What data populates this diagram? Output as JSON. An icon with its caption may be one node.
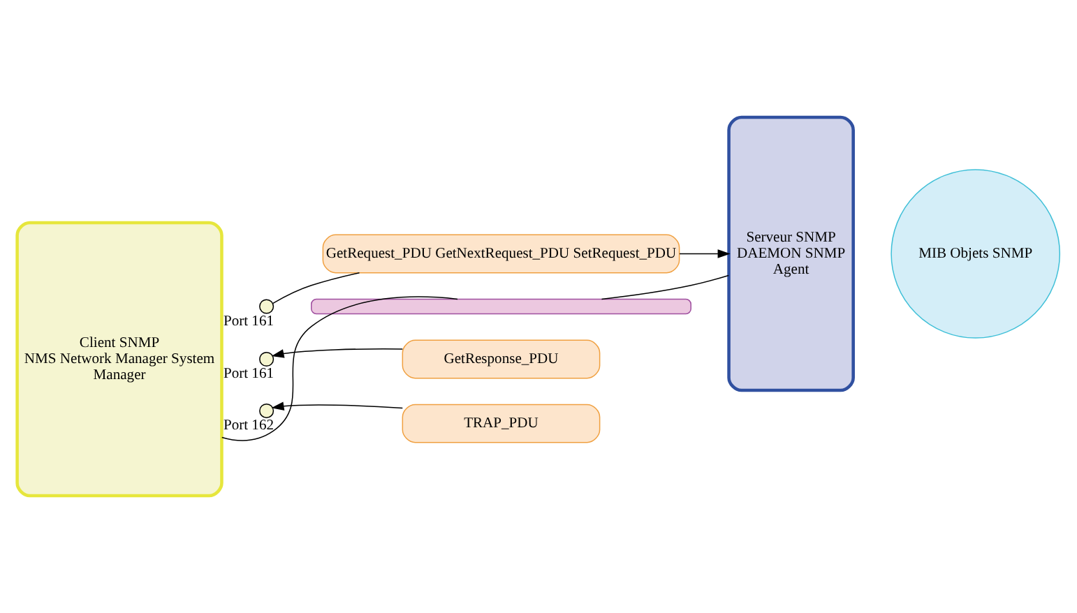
{
  "diagram": {
    "nodes": [
      {
        "text": [
          "Client SNMP",
          "NMS Network Manager System",
          "Manager"
        ]
      },
      {
        "text": [],
        "shape": "circle",
        "beside": [
          "Port 161"
        ]
      },
      {
        "text": [],
        "shape": "circle",
        "beside": [
          "Port 161"
        ]
      },
      {
        "text": [],
        "shape": "circle",
        "beside": [
          "Port 162"
        ]
      },
      {
        "text": [
          "GetRequest_PDU GetNextRequest_PDU SetRequest_PDU"
        ]
      },
      {
        "text": [
          "GetResponse_PDU"
        ]
      },
      {
        "text": [
          "TRAP_PDU"
        ]
      },
      {
        "text": [
          "Serveur SNMP",
          "DAEMON SNMP",
          "Agent"
        ]
      },
      {
        "text": [
          "MIB Objets SNMP"
        ]
      },
      {
        "text": [],
        "shape": "bar"
      }
    ],
    "edges": [
      {
        "from": 1,
        "to": 4,
        "arrow": "none"
      },
      {
        "from": 4,
        "to": 7,
        "arrow": "to"
      },
      {
        "from": 5,
        "to": 2,
        "arrow": "to"
      },
      {
        "from": 6,
        "to": 3,
        "arrow": "to"
      },
      {
        "from": 0,
        "to": 9,
        "arrow": "none"
      },
      {
        "from": 7,
        "to": 9,
        "arrow": "none"
      }
    ]
  }
}
